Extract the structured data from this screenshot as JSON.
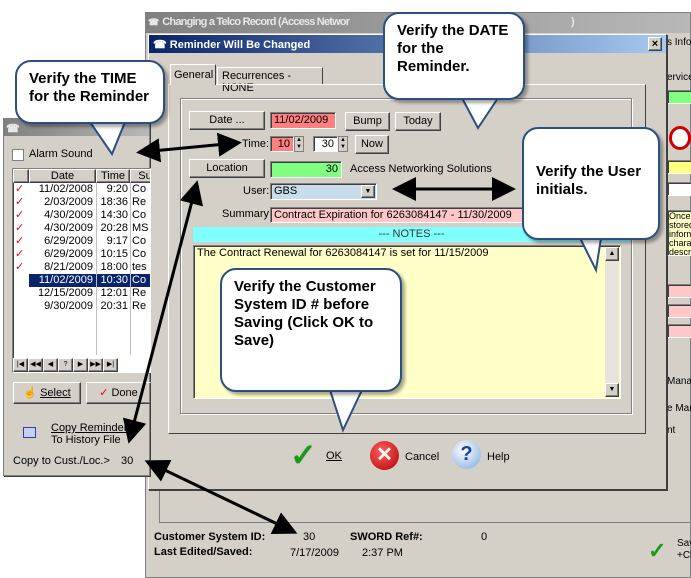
{
  "main_window": {
    "title": "Changing a Telco Record  (Access Networ",
    "title_end": ")",
    "right_strip": {
      "info": "s Info",
      "service": "ervice",
      "notes_lines": [
        "Once",
        "stored",
        "inform",
        "chara",
        "descri"
      ],
      "manag": "Manag",
      "mar": "e Mar",
      "nt": "nt",
      "save1": "Sav",
      "save2": "+Cl"
    },
    "footer": {
      "cust_id_label": "Customer System ID:",
      "cust_id": "30",
      "sword_label": "SWORD Ref#:",
      "sword": "0",
      "edited_label": "Last Edited/Saved:",
      "edited_date": "7/17/2009",
      "edited_time": "2:37 PM"
    }
  },
  "dialog": {
    "title": "Reminder Will Be Changed",
    "close": "×",
    "tabs": [
      "General",
      "Recurrences - NONE"
    ],
    "date_button": "Date ...",
    "date": "11/02/2009",
    "bump": "Bump",
    "today": "Today",
    "time_label": "Time:",
    "hour": "10",
    "minute": "30",
    "now": "Now",
    "location_button": "Location",
    "location_id": "30",
    "location_name": "Access Networking Solutions",
    "user_label": "User:",
    "user": "GBS",
    "summary_label": "Summary:",
    "summary": "Contract Expiration for 6263084147 - 11/30/2009",
    "notes_header": "--- NOTES ---",
    "notes": "The Contract Renewal for 6263084147 is set for 11/15/2009",
    "ok": "OK",
    "cancel": "Cancel",
    "help": "Help"
  },
  "left_window": {
    "alarm_label": "Alarm Sound",
    "columns": [
      "Date",
      "Time",
      "Su"
    ],
    "rows": [
      {
        "done": true,
        "date": "11/02/2008",
        "time": "9:20",
        "sub": "Co"
      },
      {
        "done": true,
        "date": "2/03/2009",
        "time": "18:36",
        "sub": "Re"
      },
      {
        "done": true,
        "date": "4/30/2009",
        "time": "14:30",
        "sub": "Co"
      },
      {
        "done": true,
        "date": "4/30/2009",
        "time": "20:28",
        "sub": "MS"
      },
      {
        "done": true,
        "date": "6/29/2009",
        "time": "9:17",
        "sub": "Co"
      },
      {
        "done": true,
        "date": "6/29/2009",
        "time": "10:15",
        "sub": "Co"
      },
      {
        "done": true,
        "date": "8/21/2009",
        "time": "18:00",
        "sub": "tes"
      },
      {
        "done": false,
        "selected": true,
        "date": "11/02/2009",
        "time": "10:30",
        "sub": "Co"
      },
      {
        "done": false,
        "date": "12/15/2009",
        "time": "12:01",
        "sub": "Re"
      },
      {
        "done": false,
        "date": "9/30/2009",
        "time": "20:31",
        "sub": "Re"
      }
    ],
    "nav": [
      "|◀",
      "◀◀",
      "◀",
      "?",
      "▶",
      "▶▶",
      "▶|"
    ],
    "select": "Select",
    "done": "Done",
    "copy1": "Copy Reminder",
    "copy2": "To History File",
    "copy_cust_label": "Copy to Cust./Loc.>",
    "copy_cust_val": "30"
  },
  "callouts": {
    "time": "Verify the TIME for the Reminder",
    "date": "Verify the DATE for the Reminder.",
    "user": "Verify the User initials.",
    "cust": "Verify the Customer System ID # before Saving (Click OK to Save)"
  },
  "colors": {
    "pink": "#ff8080",
    "light_pink": "#ffc8c8",
    "green": "#80ff80",
    "cyan": "#80ffff",
    "notes_yellow": "#ffffc8",
    "user_blue": "#c8dcec",
    "title_blue": "#0a246a"
  }
}
